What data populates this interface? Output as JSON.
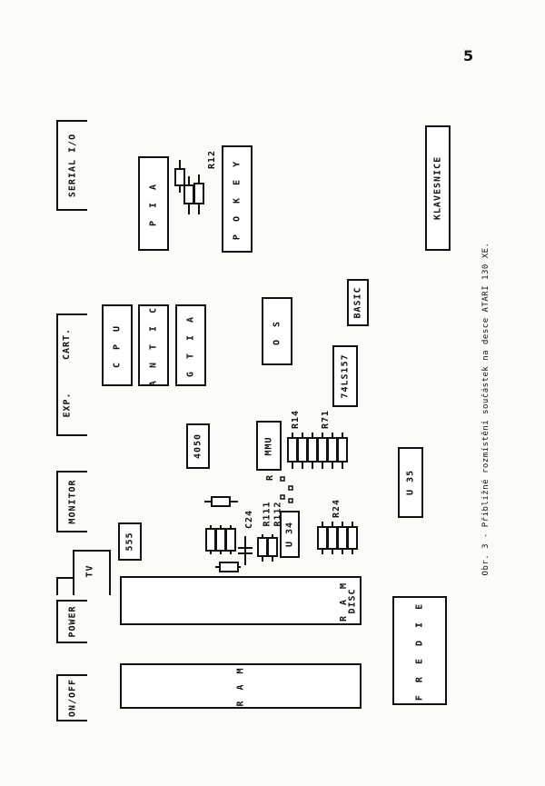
{
  "page_number": "5",
  "caption": "Obr. 3 - Přibližné rozmístění součástek na desce ATARI 130 XE.",
  "ports": {
    "serial": "SERIAL I/O",
    "cart": "CART.",
    "exp": "EXP.",
    "monitor": "MONITOR",
    "tv": "TV",
    "power": "POWER",
    "onoff": "ON/OFF"
  },
  "chips": {
    "pia": "P I A",
    "pokey": "P O K E Y",
    "cpu": "C P U",
    "antic": "A N T I C",
    "gtia": "G T I A",
    "os": "O S",
    "basic": "BASIC",
    "ls157": "74LS157",
    "chip4050": "4050",
    "mmu": "MMU",
    "u35": "U 35",
    "u34": "U 34",
    "chip555": "555",
    "ram_disc_1": "R A M",
    "ram_disc_2": "DISC",
    "ram": "R A M",
    "fredie": "F R E D I E",
    "klavesnice": "KLAVESNICE"
  },
  "components": {
    "r12": "R12",
    "r14": "R14",
    "r71": "R71",
    "r24": "R24",
    "r111": "R111",
    "r112": "R112",
    "c24": "C24",
    "r_single": "R"
  }
}
